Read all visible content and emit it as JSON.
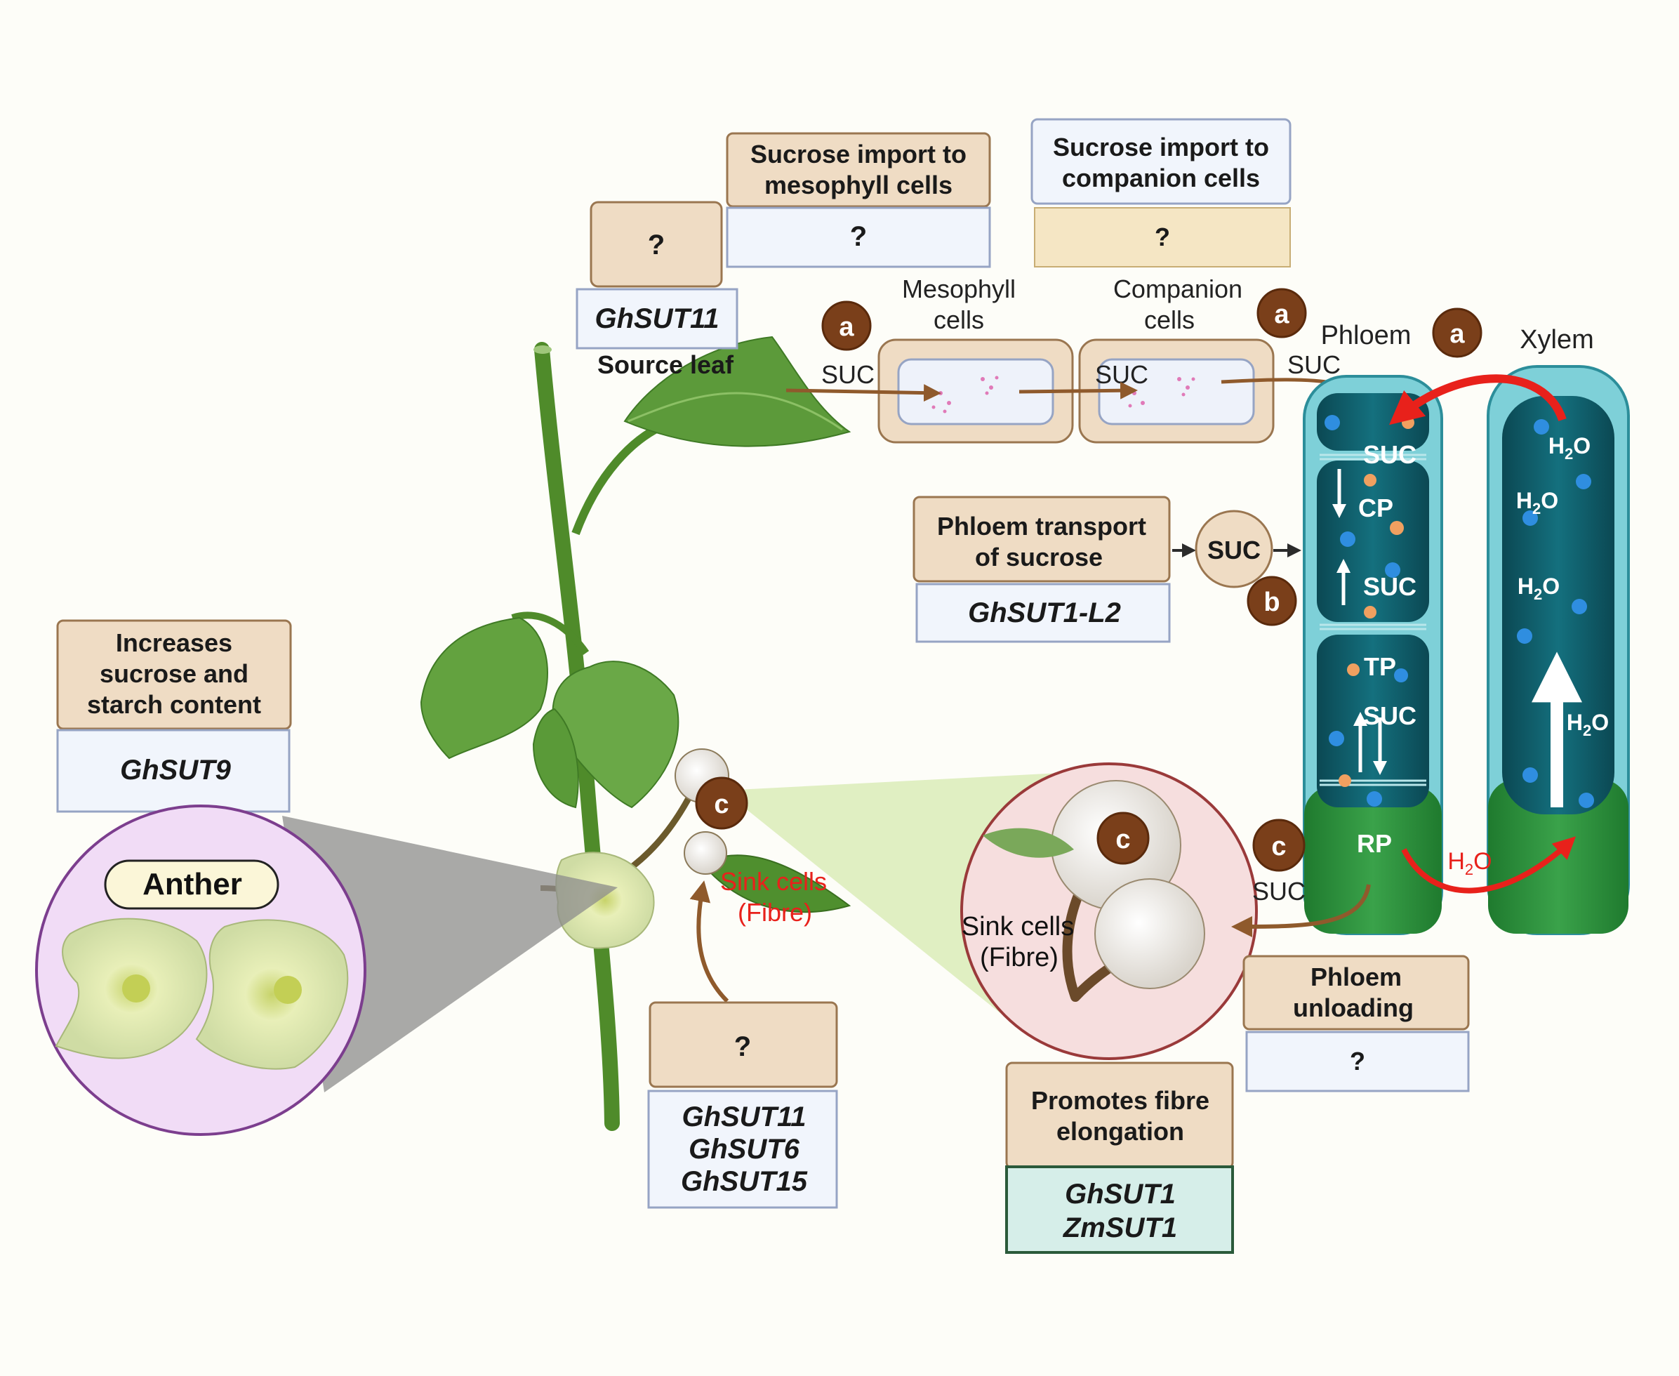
{
  "source_leaf": {
    "unknown": "?",
    "gene": "GhSUT11",
    "label": "Source leaf"
  },
  "mesophyll_import": {
    "title_line1": "Sucrose import to",
    "title_line2": "mesophyll  cells",
    "gene": "?"
  },
  "companion_import": {
    "title_line1": "Sucrose import to",
    "title_line2": "companion  cells",
    "gene": "?"
  },
  "cells": {
    "mesophyll_line1": "Mesophyll",
    "mesophyll_line2": "cells",
    "companion_line1": "Companion",
    "companion_line2": "cells",
    "phloem": "Phloem",
    "xylem": "Xylem"
  },
  "markers": {
    "a": "a",
    "b": "b",
    "c": "c"
  },
  "flow_labels": {
    "suc": "SUC",
    "suc_caps": "SUC",
    "cp": "CP",
    "tp": "TP",
    "rp": "RP",
    "h2o_h": "H",
    "h2o_2": "2",
    "h2o_o": "O"
  },
  "phloem_transport": {
    "title_line1": "Phloem transport",
    "title_line2": "of sucrose",
    "gene": "GhSUT1-L2"
  },
  "anther_box": {
    "title_line1": "Increases",
    "title_line2": "sucrose and",
    "title_line3": "starch content",
    "gene": "GhSUT9",
    "label": "Anther"
  },
  "sink_cells": {
    "line1": "Sink cells",
    "line2": "(Fibre)"
  },
  "sink_box": {
    "unknown": "?",
    "gene1": "GhSUT11",
    "gene2": "GhSUT6",
    "gene3": "GhSUT15"
  },
  "unloading": {
    "title_line1": "Phloem",
    "title_line2": "unloading",
    "gene": "?"
  },
  "fibre_box": {
    "title_line1": "Promotes fibre",
    "title_line2": "elongation",
    "gene1": "GhSUT1",
    "gene2": "ZmSUT1"
  },
  "colors": {
    "tan_box": "#efdcc4",
    "tan_border": "#9a7650",
    "gene_box": "#f1f5fc",
    "gene_border": "#96a4c4",
    "marker": "#7a3f1a",
    "arrow_brown": "#8f5a2c",
    "red": "#e8211b",
    "phloem_teal": "#0f5c6a",
    "stem_green": "#2a8a38",
    "fibre_green_box": "#d6eee9"
  }
}
